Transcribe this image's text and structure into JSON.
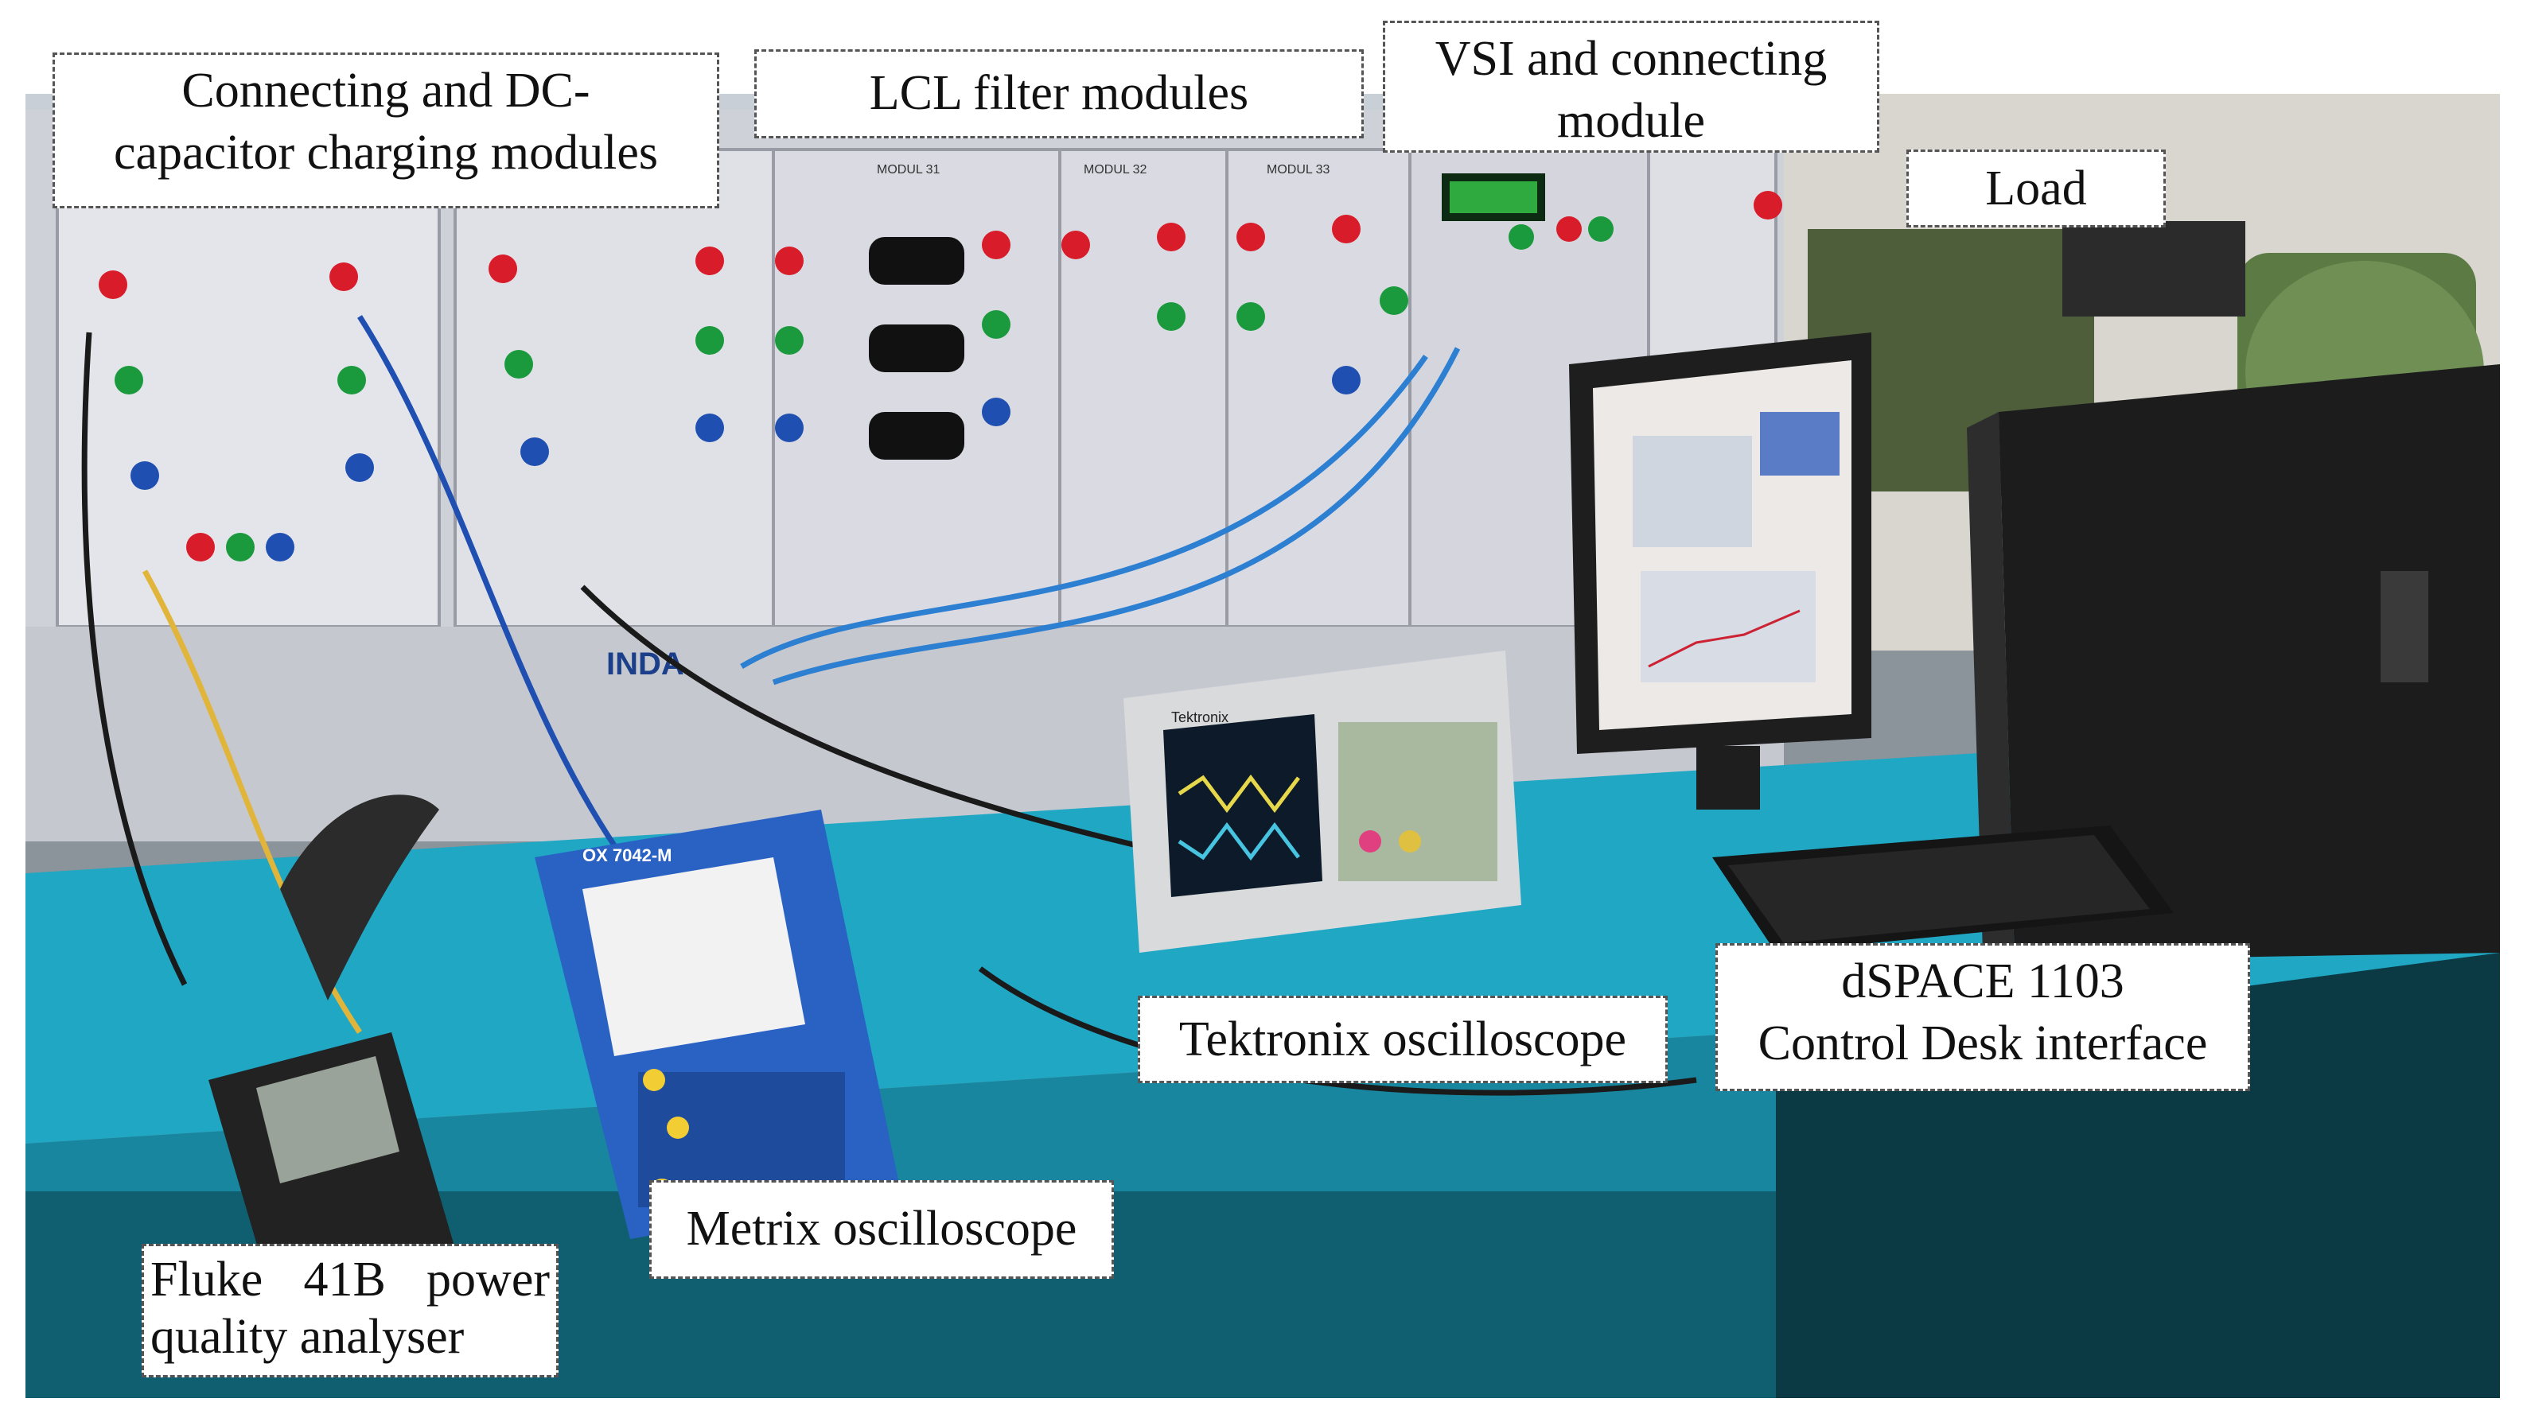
{
  "labels": {
    "connecting_modules": [
      "Connecting and DC-",
      "capacitor charging modules"
    ],
    "lcl_filter": "LCL filter modules",
    "vsi_module": [
      "VSI and connecting",
      "module"
    ],
    "load": "Load",
    "tektronix": "Tektronix oscilloscope",
    "dspace": [
      "dSPACE 1103",
      "Control Desk interface"
    ],
    "metrix": "Metrix oscilloscope",
    "fluke": [
      "Fluke 41B power",
      "quality analyser"
    ]
  },
  "equipment_text": {
    "module_31": "MODUL 31",
    "module_32": "MODUL 32",
    "module_33": "MODUL 33",
    "inda_logo": "INDA",
    "metrix_model": "OX 7042-M",
    "tektronix_brand": "Tektronix"
  },
  "colors": {
    "bench": "#1fa7c4",
    "panel": "#dcdde3",
    "plug_red": "#d81c2a",
    "plug_green": "#1a9a3c",
    "plug_blue": "#1f4fb0",
    "metrix_body": "#2a62c4",
    "callout_border": "#555555"
  }
}
